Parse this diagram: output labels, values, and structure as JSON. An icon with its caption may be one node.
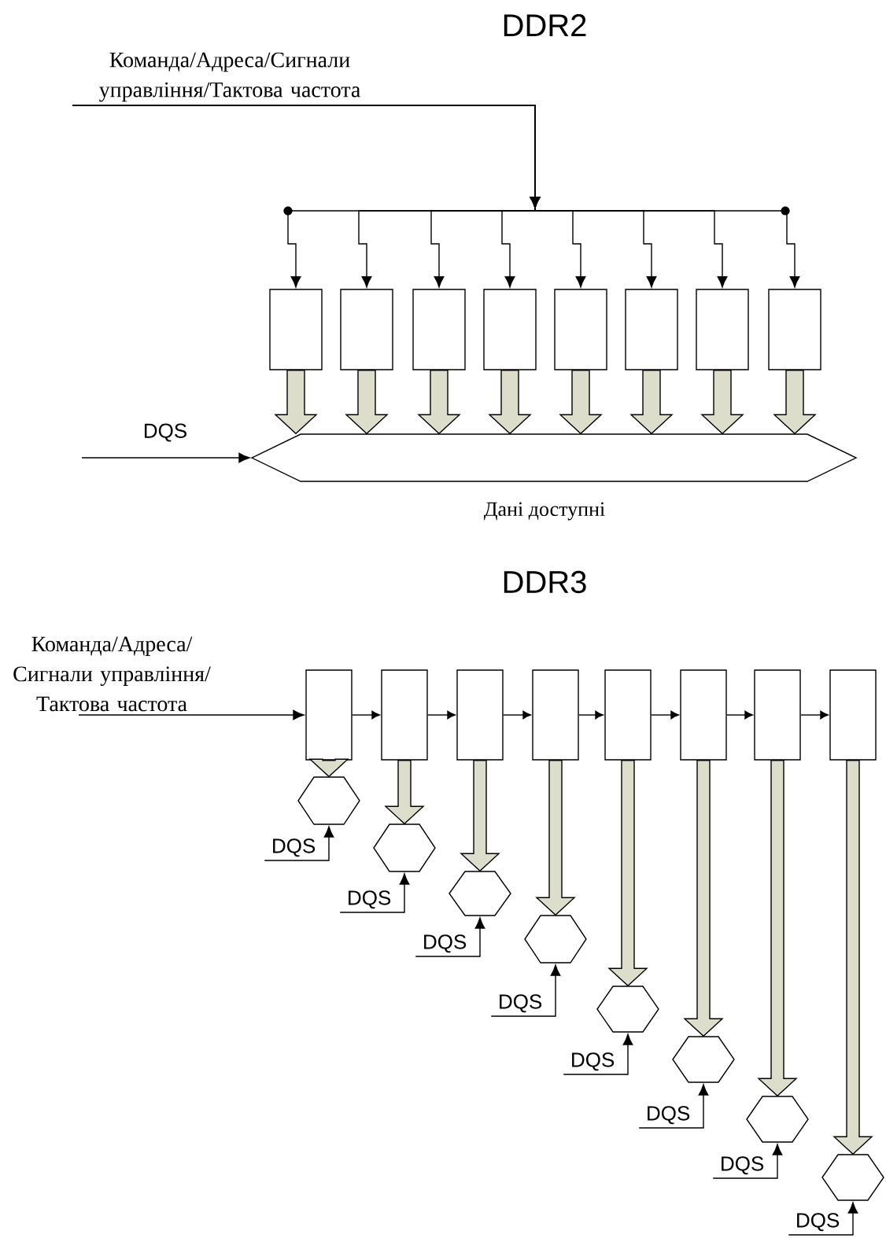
{
  "diagram": {
    "nodes": [
      {
        "text": [
          "Команда/Адреса/Сигнали управління/Тактова частота"
        ]
      },
      {
        "text": [],
        "shape": "box"
      },
      {
        "text": [],
        "shape": "box"
      },
      {
        "text": [],
        "shape": "box"
      },
      {
        "text": [],
        "shape": "box"
      },
      {
        "text": [],
        "shape": "box"
      },
      {
        "text": [],
        "shape": "box"
      },
      {
        "text": [],
        "shape": "box"
      },
      {
        "text": [],
        "shape": "box"
      },
      {
        "text": [],
        "shape": "hexagon",
        "beside": [
          "Дані доступні"
        ]
      },
      {
        "text": [
          "Команда/Адреса/ Сигнали управління/ Тактова частота"
        ]
      },
      {
        "text": [],
        "shape": "box"
      },
      {
        "text": [],
        "shape": "box"
      },
      {
        "text": [],
        "shape": "box"
      },
      {
        "text": [],
        "shape": "box"
      },
      {
        "text": [],
        "shape": "box"
      },
      {
        "text": [],
        "shape": "box"
      },
      {
        "text": [],
        "shape": "box"
      },
      {
        "text": [],
        "shape": "box"
      },
      {
        "text": [],
        "shape": "hexagon"
      },
      {
        "text": [],
        "shape": "hexagon"
      },
      {
        "text": [],
        "shape": "hexagon"
      },
      {
        "text": [],
        "shape": "hexagon"
      },
      {
        "text": [],
        "shape": "hexagon"
      },
      {
        "text": [],
        "shape": "hexagon"
      },
      {
        "text": [],
        "shape": "hexagon"
      },
      {
        "text": [],
        "shape": "hexagon"
      },
      {
        "text": [
          "DQS"
        ]
      },
      {
        "text": [
          "DQS"
        ]
      },
      {
        "text": [
          "DQS"
        ]
      },
      {
        "text": [
          "DQS"
        ]
      },
      {
        "text": [
          "DQS"
        ]
      },
      {
        "text": [
          "DQS"
        ]
      },
      {
        "text": [
          "DQS"
        ]
      },
      {
        "text": [
          "DQS"
        ]
      }
    ],
    "edges": [
      {
        "from": 0,
        "to": 1,
        "arrow": "to"
      },
      {
        "from": 0,
        "to": 2,
        "arrow": "to"
      },
      {
        "from": 0,
        "to": 3,
        "arrow": "to"
      },
      {
        "from": 0,
        "to": 4,
        "arrow": "to"
      },
      {
        "from": 0,
        "to": 5,
        "arrow": "to"
      },
      {
        "from": 0,
        "to": 6,
        "arrow": "to"
      },
      {
        "from": 0,
        "to": 7,
        "arrow": "to"
      },
      {
        "from": 0,
        "to": 8,
        "arrow": "to"
      },
      {
        "from": 1,
        "to": 9,
        "arrow": "to",
        "style": "thick",
        "color": "#dcdecb"
      },
      {
        "from": 2,
        "to": 9,
        "arrow": "to",
        "style": "thick",
        "color": "#dcdecb"
      },
      {
        "from": 3,
        "to": 9,
        "arrow": "to",
        "style": "thick",
        "color": "#dcdecb"
      },
      {
        "from": 4,
        "to": 9,
        "arrow": "to",
        "style": "thick",
        "color": "#dcdecb"
      },
      {
        "from": 5,
        "to": 9,
        "arrow": "to",
        "style": "thick",
        "color": "#dcdecb"
      },
      {
        "from": 6,
        "to": 9,
        "arrow": "to",
        "style": "thick",
        "color": "#dcdecb"
      },
      {
        "from": 7,
        "to": 9,
        "arrow": "to",
        "style": "thick",
        "color": "#dcdecb"
      },
      {
        "from": 8,
        "to": 9,
        "arrow": "to",
        "style": "thick",
        "color": "#dcdecb"
      },
      {
        "from": null,
        "to": 9,
        "arrow": "to"
      },
      {
        "from": 10,
        "to": 11,
        "arrow": "to"
      },
      {
        "from": 11,
        "to": 12,
        "arrow": "to"
      },
      {
        "from": 12,
        "to": 13,
        "arrow": "to"
      },
      {
        "from": 13,
        "to": 14,
        "arrow": "to"
      },
      {
        "from": 14,
        "to": 15,
        "arrow": "to"
      },
      {
        "from": 15,
        "to": 16,
        "arrow": "to"
      },
      {
        "from": 16,
        "to": 17,
        "arrow": "to"
      },
      {
        "from": 17,
        "to": 18,
        "arrow": "to"
      },
      {
        "from": 11,
        "to": 19,
        "arrow": "to",
        "style": "thick",
        "color": "#dcdecb"
      },
      {
        "from": 12,
        "to": 20,
        "arrow": "to",
        "style": "thick",
        "color": "#dcdecb"
      },
      {
        "from": 13,
        "to": 21,
        "arrow": "to",
        "style": "thick",
        "color": "#dcdecb"
      },
      {
        "from": 14,
        "to": 22,
        "arrow": "to",
        "style": "thick",
        "color": "#dcdecb"
      },
      {
        "from": 15,
        "to": 23,
        "arrow": "to",
        "style": "thick",
        "color": "#dcdecb"
      },
      {
        "from": 16,
        "to": 24,
        "arrow": "to",
        "style": "thick",
        "color": "#dcdecb"
      },
      {
        "from": 17,
        "to": 25,
        "arrow": "to",
        "style": "thick",
        "color": "#dcdecb"
      },
      {
        "from": 18,
        "to": 26,
        "arrow": "to",
        "style": "thick",
        "color": "#dcdecb"
      },
      {
        "from": 27,
        "to": 19,
        "arrow": "to"
      },
      {
        "from": 28,
        "to": 20,
        "arrow": "to"
      },
      {
        "from": 29,
        "to": 21,
        "arrow": "to"
      },
      {
        "from": 30,
        "to": 22,
        "arrow": "to"
      },
      {
        "from": 31,
        "to": 23,
        "arrow": "to"
      },
      {
        "from": 32,
        "to": 24,
        "arrow": "to"
      },
      {
        "from": 33,
        "to": 25,
        "arrow": "to"
      },
      {
        "from": 34,
        "to": 26,
        "arrow": "to"
      }
    ],
    "labels": [
      "DDR2",
      "DQS",
      "DDR3"
    ]
  }
}
